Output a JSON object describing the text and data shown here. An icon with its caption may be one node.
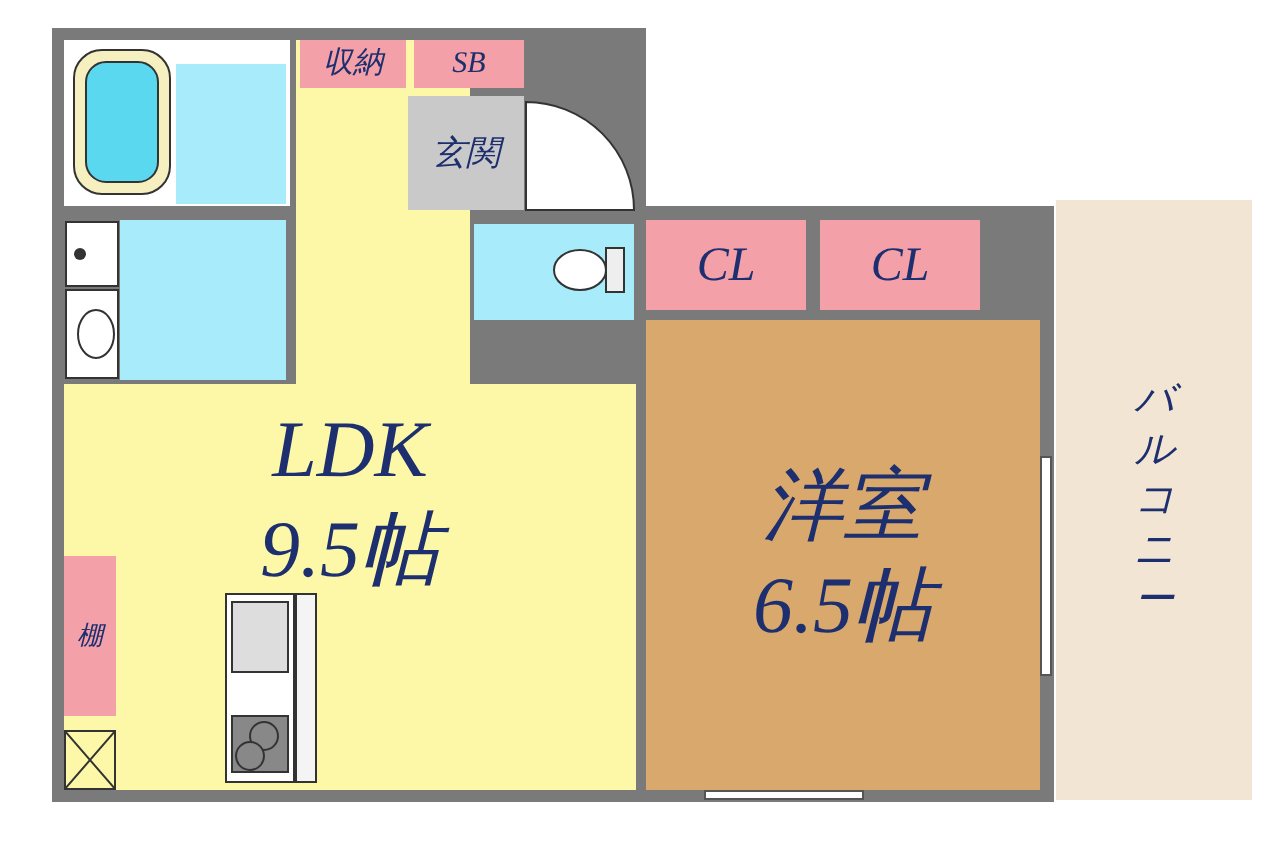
{
  "diagram": {
    "nodes": [
      {
        "text": [],
        "shape": "box"
      },
      {
        "text": [
          "収納"
        ]
      },
      {
        "text": [
          "SB"
        ]
      },
      {
        "text": [
          "玄関"
        ]
      },
      {
        "text": [],
        "shape": "box"
      },
      {
        "text": [],
        "shape": "box"
      },
      {
        "text": [
          "CL"
        ]
      },
      {
        "text": [
          "CL"
        ]
      },
      {
        "text": [
          "LDK",
          "9.5帖"
        ]
      },
      {
        "text": [
          "洋室",
          "6.5帖"
        ]
      },
      {
        "text": [
          "棚"
        ],
        "in": 8
      },
      {
        "text": [
          "バルコニー"
        ]
      }
    ]
  }
}
